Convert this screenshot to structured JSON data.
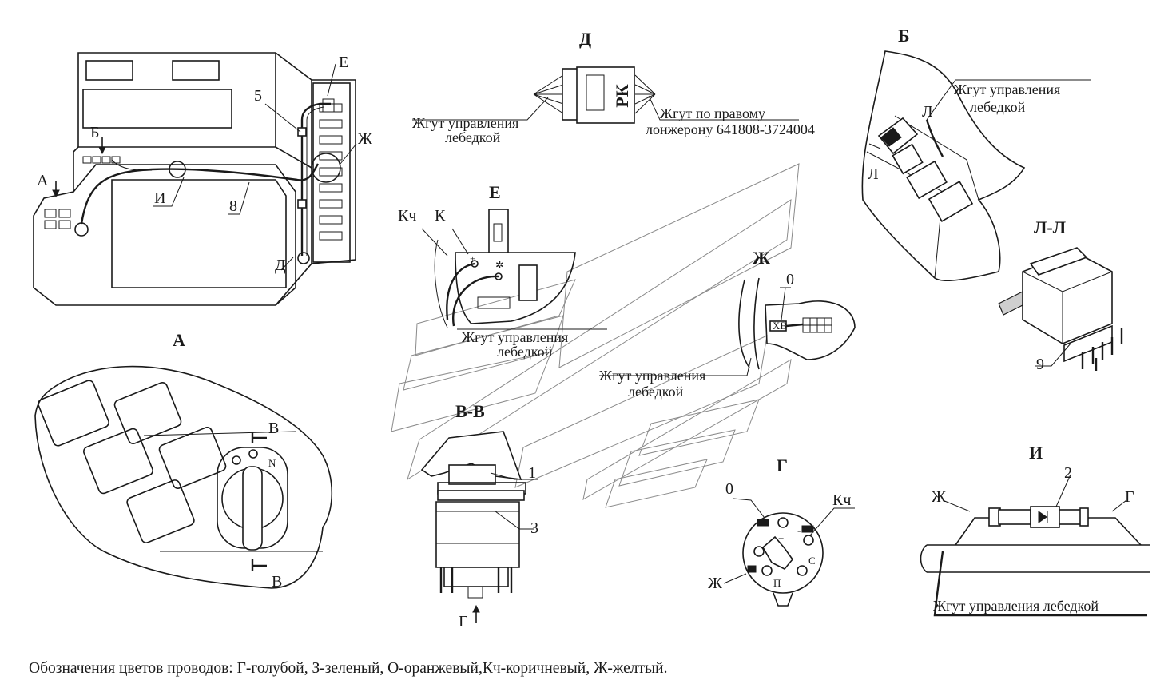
{
  "views": {
    "top": {
      "A": "А",
      "B": "Б",
      "E": "Е",
      "Zh": "Ж",
      "I": "И",
      "D": "Д",
      "n5": "5",
      "n8": "8"
    },
    "D": {
      "title": "Д",
      "relay": "РК",
      "harness_left_1": "Жгут управления",
      "harness_left_2": "лебедкой",
      "harness_right_1": "Жгут по правому",
      "harness_right_2": "лонжерону 641808-3724004"
    },
    "B": {
      "title": "Б",
      "L_top": "Л",
      "L_left": "Л",
      "harness_1": "Жгут управления",
      "harness_2": "лебедкой"
    },
    "E": {
      "title": "Е",
      "Kch": "Кч",
      "K": "К",
      "harness_1": "Жгут управления",
      "harness_2": "лебедкой"
    },
    "Zh": {
      "title": "Ж",
      "n0": "0",
      "xb": "ХВ",
      "harness_1": "Жгут управления",
      "harness_2": "лебедкой"
    },
    "LL": {
      "title": "Л-Л",
      "n9": "9"
    },
    "A": {
      "title": "А",
      "V_top": "В",
      "V_bottom": "В",
      "N": "N"
    },
    "VV": {
      "title": "В-В",
      "n1": "1",
      "n3": "3",
      "G_arrow": "Г"
    },
    "G": {
      "title": "Г",
      "n0": "0",
      "Kch": "Кч",
      "Zh": "Ж",
      "plus": "+",
      "minus": "-",
      "c": "С",
      "p": "П"
    },
    "I": {
      "title": "И",
      "n2": "2",
      "Zh": "Ж",
      "G": "Г",
      "harness": "Жгут управления лебедкой"
    }
  },
  "legend": "Обозначения цветов проводов: Г-голубой,  З-зеленый, О-оранжевый,Кч-коричневый, Ж-желтый."
}
